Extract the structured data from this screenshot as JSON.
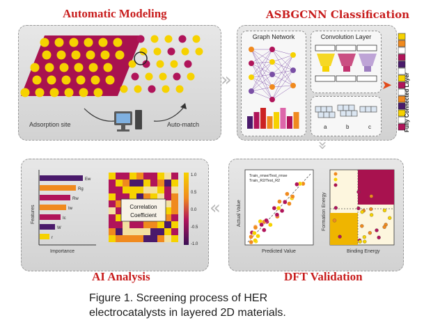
{
  "panels": {
    "modeling": {
      "title": "Automatic Modeling",
      "adsorption_label": "Adsorption site",
      "automatch_label": "Auto-match"
    },
    "classification": {
      "title": "ASBGCNN Classification",
      "graph_network_label": "Graph Network",
      "convolution_label": "Convolution Layer",
      "fully_connected_label": "Fully Connected Layer",
      "sub_labels": [
        "a",
        "b",
        "c"
      ]
    },
    "ai_analysis": {
      "title": "AI Analysis",
      "features_label": "Features",
      "importance_label": "Importance",
      "bar_labels": [
        "Ew",
        "Rg",
        "Rw",
        "Iw",
        "Ic",
        "W",
        "r"
      ],
      "correlation_label_1": "Correlation",
      "correlation_label_2": "Coefficient",
      "colorbar_ticks": [
        "1.0",
        "0.5",
        "0.0",
        "-0.5",
        "-1.0"
      ]
    },
    "dft": {
      "title": "DFT Validation",
      "actual_label": "Actual Value",
      "predicted_label": "Predicted Value",
      "formation_label": "Formation Energy",
      "binding_label": "Binding Energy",
      "legend_1": "Train_rmse/Test_rmse",
      "legend_2": "Train_R2/Test_R2"
    }
  },
  "caption": {
    "line1": "Figure 1. Screening process of HER",
    "line2": "electrocatalysts in layered 2D materials."
  },
  "colors": {
    "title_red": "#c81d1d",
    "magenta": "#b0145a",
    "orange": "#f08a1e",
    "yellow": "#f6d200",
    "purple": "#4a1a6b"
  }
}
